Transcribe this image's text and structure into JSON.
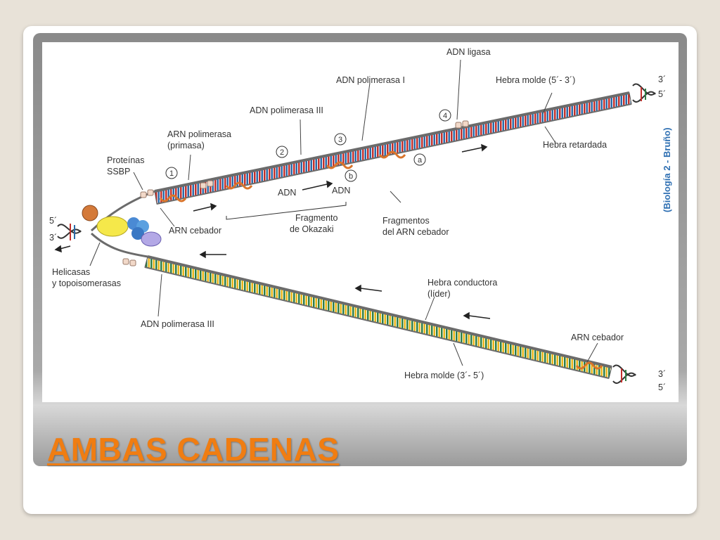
{
  "slide": {
    "title": "AMBAS CADENAS"
  },
  "diagram": {
    "source_credit": "(Biología 2 - Bruño)",
    "labels": {
      "adn_ligasa": "ADN ligasa",
      "adn_polimerasa_i": "ADN polimerasa I",
      "hebra_molde_53": "Hebra molde (5´- 3´)",
      "adn_polimerasa_iii_top": "ADN polimerasa III",
      "arn_polimerasa_1": "ARN polimerasa",
      "arn_polimerasa_2": "(primasa)",
      "proteinas": "Proteínas",
      "ssbp": "SSBP",
      "hebra_retardada": "Hebra retardada",
      "adn_1": "ADN",
      "adn_2": "ADN",
      "arn_cebador_top": "ARN cebador",
      "fragmento_1": "Fragmento",
      "fragmento_2": "de Okazaki",
      "fragmentos_1": "Fragmentos",
      "fragmentos_2": "del ARN cebador",
      "helicasas_1": "Helicasas",
      "helicasas_2": "y topoisomerasas",
      "adn_polimerasa_iii_bottom": "ADN polimerasa III",
      "hebra_conductora_1": "Hebra conductora",
      "hebra_conductora_2": "(líder)",
      "arn_cebador_bottom": "ARN cebador",
      "hebra_molde_35": "Hebra molde (3´- 5´)",
      "top_3": "3´",
      "top_5": "5´",
      "left_5": "5´",
      "left_3": "3´",
      "bottom_3": "3´",
      "bottom_5": "5´"
    },
    "steps": [
      "1",
      "2",
      "3",
      "4",
      "a",
      "b"
    ]
  },
  "colors": {
    "title": "#f07d12",
    "credit": "#2e6fb2"
  }
}
